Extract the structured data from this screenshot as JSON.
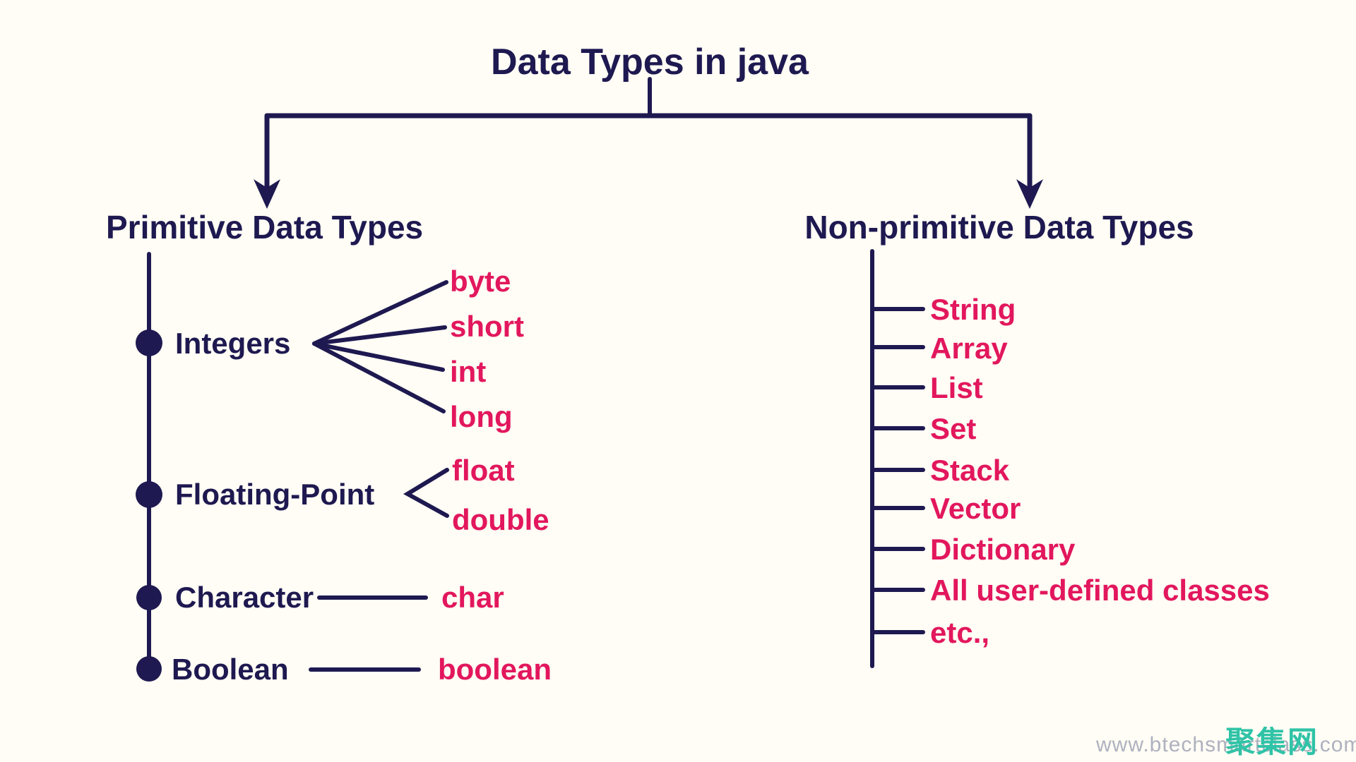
{
  "title": "Data Types in java",
  "colors": {
    "navy": "#1e1950",
    "pink": "#e2175d",
    "background": "#fffdf5",
    "watermark_gray": "#aeb1bf",
    "watermark_teal": "#2fc3a7"
  },
  "primitive": {
    "heading": "Primitive Data Types",
    "categories": [
      {
        "label": "Integers",
        "types": [
          "byte",
          "short",
          "int",
          "long"
        ]
      },
      {
        "label": "Floating-Point",
        "types": [
          "float",
          "double"
        ]
      },
      {
        "label": "Character",
        "types": [
          "char"
        ]
      },
      {
        "label": "Boolean",
        "types": [
          "boolean"
        ]
      }
    ]
  },
  "non_primitive": {
    "heading": "Non-primitive Data Types",
    "items": [
      "String",
      "Array",
      "List",
      "Set",
      "Stack",
      "Vector",
      "Dictionary",
      "All user-defined classes",
      "etc.,"
    ]
  },
  "watermark": {
    "url_text": "www.btechsmartclass.com",
    "overlay_text": "聚集网"
  }
}
